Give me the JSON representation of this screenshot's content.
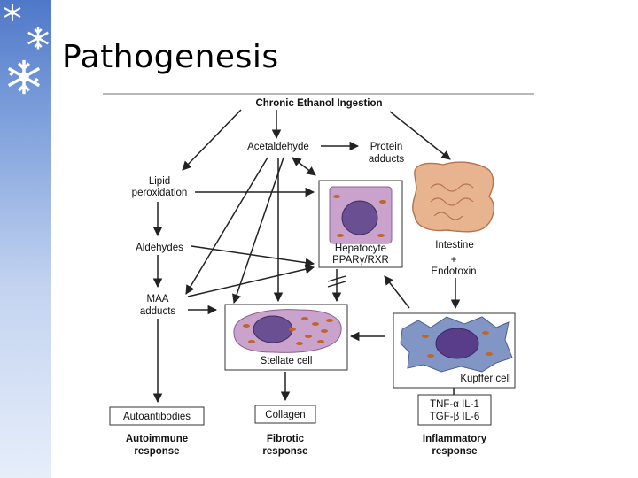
{
  "slide": {
    "title": "Pathogenesis"
  },
  "diagram": {
    "header": "Chronic Ethanol Ingestion",
    "acetaldehyde": "Acetaldehyde",
    "protein_adducts": [
      "Protein",
      "adducts"
    ],
    "lipid_peroxidation": [
      "Lipid",
      "peroxidation"
    ],
    "aldehydes": "Aldehydes",
    "maa_adducts": [
      "MAA",
      "adducts"
    ],
    "hepatocyte": [
      "Hepatocyte",
      "PPARγ/RXR"
    ],
    "intestine": "Intestine",
    "endotoxin": [
      "+",
      "Endotoxin"
    ],
    "stellate_cell": "Stellate cell",
    "kupffer_cell": "Kupffer cell",
    "autoantibodies": "Autoantibodies",
    "collagen": "Collagen",
    "cytokines": [
      "TNF-α IL-1",
      "TGF-β IL-6"
    ],
    "autoimmune_response": [
      "Autoimmune",
      "response"
    ],
    "fibrotic_response": [
      "Fibrotic",
      "response"
    ],
    "inflammatory_response": [
      "Inflammatory",
      "response"
    ]
  },
  "colors": {
    "sidebar_top": "#4f78c8",
    "sidebar_bottom": "#e6eefa",
    "cell_purple": "#c9a3cc",
    "nucleus": "#6a4f93",
    "intestine_tan": "#e8b48f"
  },
  "icons": [
    "snowflake-icon",
    "snowflake-icon",
    "snowflake-icon"
  ]
}
